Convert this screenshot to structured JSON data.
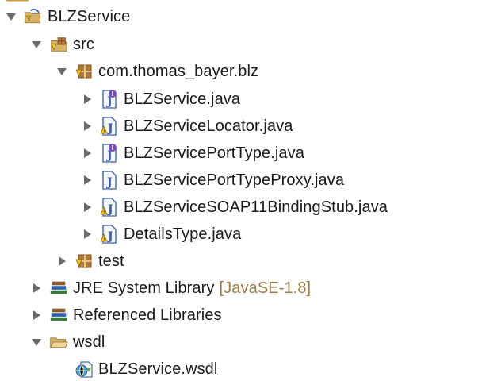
{
  "tree": {
    "project": {
      "label": "BLZService",
      "icon": "java-project-icon",
      "expanded": true
    },
    "src": {
      "label": "src",
      "icon": "source-folder-icon",
      "expanded": true
    },
    "package": {
      "label": "com.thomas_bayer.blz",
      "icon": "package-icon",
      "expanded": true
    },
    "files": [
      {
        "label": "BLZService.java",
        "icon": "java-interface-icon"
      },
      {
        "label": "BLZServiceLocator.java",
        "icon": "java-file-warning-icon"
      },
      {
        "label": "BLZServicePortType.java",
        "icon": "java-interface-icon"
      },
      {
        "label": "BLZServicePortTypeProxy.java",
        "icon": "java-file-icon"
      },
      {
        "label": "BLZServiceSOAP11BindingStub.java",
        "icon": "java-file-warning-icon"
      },
      {
        "label": "DetailsType.java",
        "icon": "java-file-warning-icon"
      }
    ],
    "test": {
      "label": "test",
      "icon": "package-icon",
      "expanded": false
    },
    "jre": {
      "label": "JRE System Library",
      "decoration": "[JavaSE-1.8]",
      "icon": "library-icon",
      "expanded": false
    },
    "reflibs": {
      "label": "Referenced Libraries",
      "icon": "library-icon",
      "expanded": false
    },
    "wsdl": {
      "label": "wsdl",
      "icon": "folder-icon",
      "expanded": true
    },
    "wsdlFile": {
      "label": "BLZService.wsdl",
      "icon": "wsdl-file-icon"
    }
  },
  "colors": {
    "text": "#1a1a1a",
    "decoration": "#9a7b4a",
    "twisty": "#6b6b6b",
    "java_blue": "#3a5ea8",
    "interface_purple": "#7b4fc2",
    "warning_yellow": "#f2c029",
    "package_brown": "#b07a3c",
    "folder_tan": "#d8b36a"
  }
}
